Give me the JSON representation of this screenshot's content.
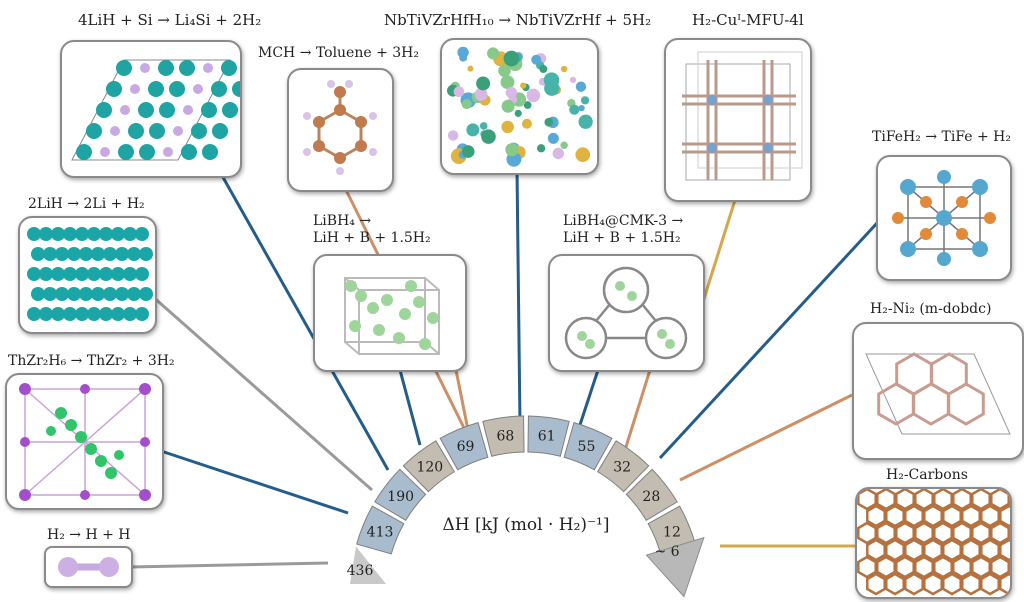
{
  "reactions": {
    "lisi": "4LiH + Si → Li₄Si + 2H₂",
    "mch": "MCH → Toluene + 3H₂",
    "hea": "NbTiVZrHfH₁₀ → NbTiVZrHf + 5H₂",
    "mfu": "H₂-Cuᴵ-MFU-4l",
    "tife": "TiFeH₂ → TiFe + H₂",
    "lih": "2LiH → 2Li + H₂",
    "libh4_l1": "LiBH₄ →",
    "libh4_l2": "LiH + B + 1.5H₂",
    "cmk_l1": "LiBH₄@CMK-3 →",
    "cmk_l2": "LiH + B + 1.5H₂",
    "ni": "H₂-Ni₂ (m-dobdc)",
    "thzr": "ThZr₂H₆ → ThZr₂ + 3H₂",
    "carbons": "H₂-Carbons",
    "h2": "H₂ → H + H"
  },
  "arc": {
    "axis_label": "ΔH [kJ (mol · H₂)⁻¹]",
    "left_end": "436",
    "right_end": "~ 6",
    "segments": [
      {
        "value": "413",
        "color": "#a9bccd"
      },
      {
        "value": "190",
        "color": "#a9bccd"
      },
      {
        "value": "120",
        "color": "#c3bcb1"
      },
      {
        "value": "69",
        "color": "#a9bccd"
      },
      {
        "value": "68",
        "color": "#c3bcb1"
      },
      {
        "value": "61",
        "color": "#a9bccd"
      },
      {
        "value": "55",
        "color": "#a9bccd"
      },
      {
        "value": "32",
        "color": "#c3bcb1"
      },
      {
        "value": "28",
        "color": "#c3bcb1"
      },
      {
        "value": "12",
        "color": "#c3bcb1"
      }
    ]
  },
  "colors": {
    "blue_line": "#245d8c",
    "gray_line": "#9a9a9a",
    "orange_line": "#cc8f66",
    "gold_line": "#d4a84a",
    "teal": "#1fa3a3",
    "lilac": "#c6a9de",
    "green": "#8fce8f",
    "copper": "#c07a4e"
  }
}
